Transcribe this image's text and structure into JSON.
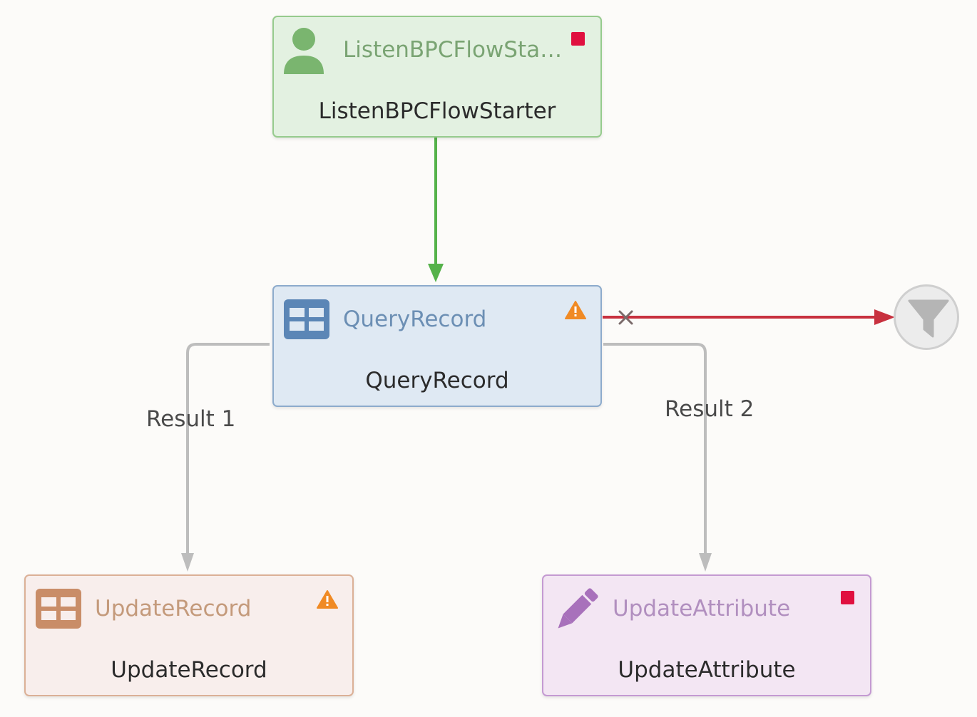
{
  "nodes": {
    "listen": {
      "title": "ListenBPCFlowStar...",
      "name": "ListenBPCFlowStarter",
      "icon": "user-icon",
      "status": "stopped",
      "color": "#7ab56f"
    },
    "query": {
      "title": "QueryRecord",
      "name": "QueryRecord",
      "icon": "table-icon",
      "status": "warning",
      "color": "#5b86b6"
    },
    "update_record": {
      "title": "UpdateRecord",
      "name": "UpdateRecord",
      "icon": "table-icon",
      "status": "warning",
      "color": "#c98d68"
    },
    "update_attribute": {
      "title": "UpdateAttribute",
      "name": "UpdateAttribute",
      "icon": "pencil-icon",
      "status": "stopped",
      "color": "#a871bb"
    }
  },
  "edges": {
    "result1_label": "Result 1",
    "result2_label": "Result 2"
  },
  "filter_node": {
    "icon": "funnel-icon"
  },
  "colors": {
    "success_edge": "#55b24a",
    "failure_edge": "#c8313f",
    "neutral_edge": "#bdbdbd",
    "stopped": "#e0103f",
    "warning": "#f08a24"
  }
}
